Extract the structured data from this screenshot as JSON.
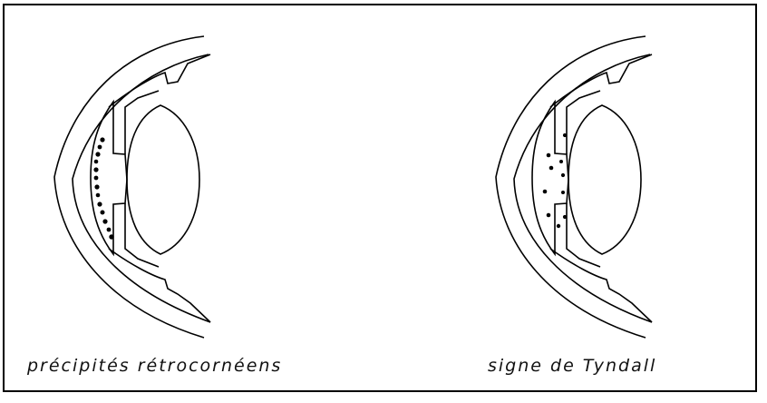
{
  "figure": {
    "line_color": "#000000",
    "background": "#ffffff",
    "left_panel": {
      "caption": "précipités rétrocornéens",
      "deposit_pattern": "dots along posterior surface of cornea"
    },
    "right_panel": {
      "caption": "signe de Tyndall",
      "deposit_pattern": "dots scattered within anterior chamber"
    }
  }
}
